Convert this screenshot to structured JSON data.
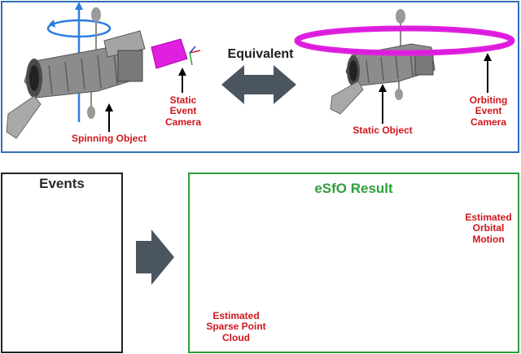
{
  "top_panel": {
    "equivalent_label": "Equivalent",
    "spinning_object_label": "Spinning Object",
    "static_event_camera_label": "Static\nEvent\nCamera",
    "static_object_label": "Static Object",
    "orbiting_event_camera_label": "Orbiting\nEvent\nCamera"
  },
  "events_panel": {
    "title": "Events"
  },
  "result_panel": {
    "title": "eSfO Result",
    "estimated_orbital_motion_label": "Estimated\nOrbital\nMotion",
    "estimated_sparse_point_cloud_label": "Estimated\nSparse Point\nCloud"
  },
  "colors": {
    "label_red": "#d0161b",
    "top_border_blue": "#2f6fb5",
    "result_border_green": "#2e9e3a",
    "title_green": "#2e9e3a",
    "orbit_magenta": "#e020e0",
    "arrow_gray": "#4a5560"
  }
}
